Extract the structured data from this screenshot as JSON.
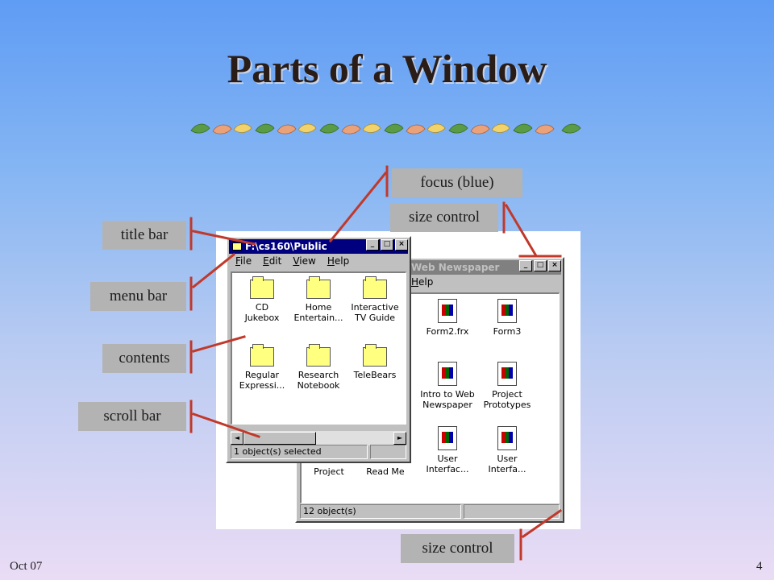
{
  "slide": {
    "title": "Parts of a Window",
    "footer_date": "Oct 07",
    "page_number": "4"
  },
  "labels": {
    "focus": "focus (blue)",
    "size_control_top": "size control",
    "title_bar": "title bar",
    "menu_bar": "menu bar",
    "contents": "contents",
    "scroll_bar": "scroll bar",
    "size_control_bottom": "size control"
  },
  "front_window": {
    "title": "F:\\cs160\\Public",
    "menu": [
      "File",
      "Edit",
      "View",
      "Help"
    ],
    "items": [
      {
        "label": "CD\nJukebox"
      },
      {
        "label": "Home\nEntertain..."
      },
      {
        "label": "Interactive\nTV Guide"
      },
      {
        "label": "Regular\nExpressi..."
      },
      {
        "label": "Research\nNotebook"
      },
      {
        "label": "TeleBears"
      }
    ],
    "status": "1 object(s) selected"
  },
  "back_window": {
    "title": "Web Newspaper",
    "menu": [
      "Help"
    ],
    "items": [
      {
        "label": "Form2.frx"
      },
      {
        "label": "Form3"
      },
      {
        "label": "Intro to Web\nNewspaper"
      },
      {
        "label": "Project\nPrototypes"
      },
      {
        "label": "User\nInterfac..."
      },
      {
        "label": "User\nInterfa..."
      }
    ],
    "partial_labels": [
      "Project",
      "Read Me"
    ],
    "status": "12 object(s)"
  },
  "controls": {
    "minimize": "_",
    "maximize": "□",
    "close": "×",
    "scroll_left": "◄",
    "scroll_right": "►"
  },
  "colors": {
    "accent_line": "#c0392b",
    "active_title": "#00007f",
    "inactive_title": "#808080",
    "label_bg": "#b3b3b3"
  }
}
